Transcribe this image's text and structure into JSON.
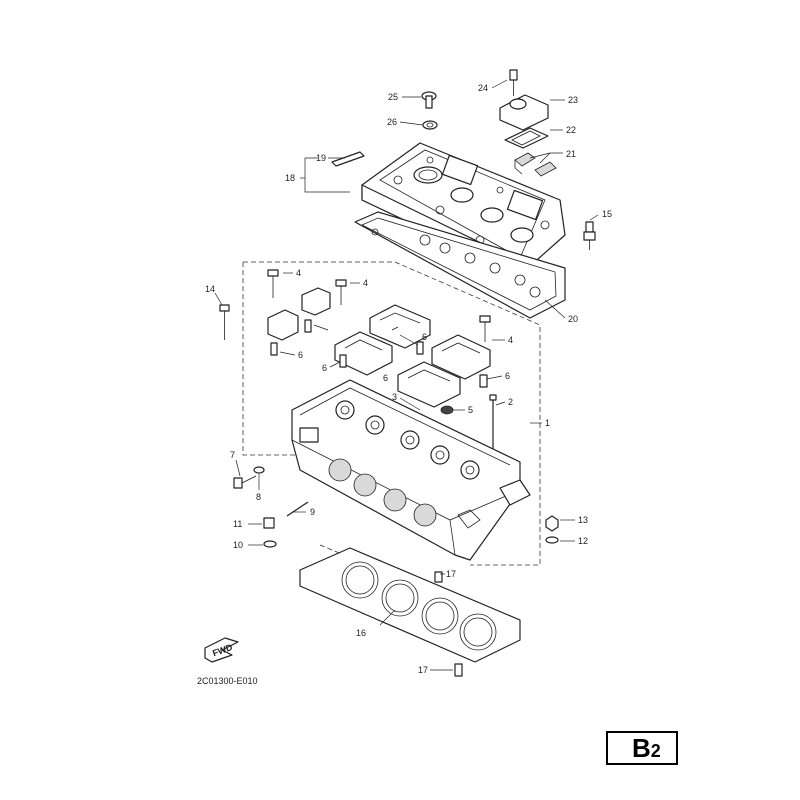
{
  "diagram": {
    "drawing_code": "2C01300-E010",
    "page_badge": {
      "letter": "B",
      "number": "2"
    },
    "fwd_label": "FWD",
    "callouts": [
      {
        "id": "1",
        "label": "1"
      },
      {
        "id": "2",
        "label": "2"
      },
      {
        "id": "3",
        "label": "3"
      },
      {
        "id": "4a",
        "label": "4"
      },
      {
        "id": "4b",
        "label": "4"
      },
      {
        "id": "4c",
        "label": "4"
      },
      {
        "id": "5",
        "label": "5"
      },
      {
        "id": "6a",
        "label": "6"
      },
      {
        "id": "6b",
        "label": "6"
      },
      {
        "id": "6c",
        "label": "6"
      },
      {
        "id": "6d",
        "label": "6"
      },
      {
        "id": "6e",
        "label": "6"
      },
      {
        "id": "7",
        "label": "7"
      },
      {
        "id": "8",
        "label": "8"
      },
      {
        "id": "9",
        "label": "9"
      },
      {
        "id": "10",
        "label": "10"
      },
      {
        "id": "11",
        "label": "11"
      },
      {
        "id": "12",
        "label": "12"
      },
      {
        "id": "13",
        "label": "13"
      },
      {
        "id": "14",
        "label": "14"
      },
      {
        "id": "15",
        "label": "15"
      },
      {
        "id": "16",
        "label": "16"
      },
      {
        "id": "17a",
        "label": "17"
      },
      {
        "id": "17b",
        "label": "17"
      },
      {
        "id": "18",
        "label": "18"
      },
      {
        "id": "19",
        "label": "19"
      },
      {
        "id": "20",
        "label": "20"
      },
      {
        "id": "21",
        "label": "21"
      },
      {
        "id": "22",
        "label": "22"
      },
      {
        "id": "23",
        "label": "23"
      },
      {
        "id": "24",
        "label": "24"
      },
      {
        "id": "25",
        "label": "25"
      },
      {
        "id": "26",
        "label": "26"
      }
    ]
  }
}
